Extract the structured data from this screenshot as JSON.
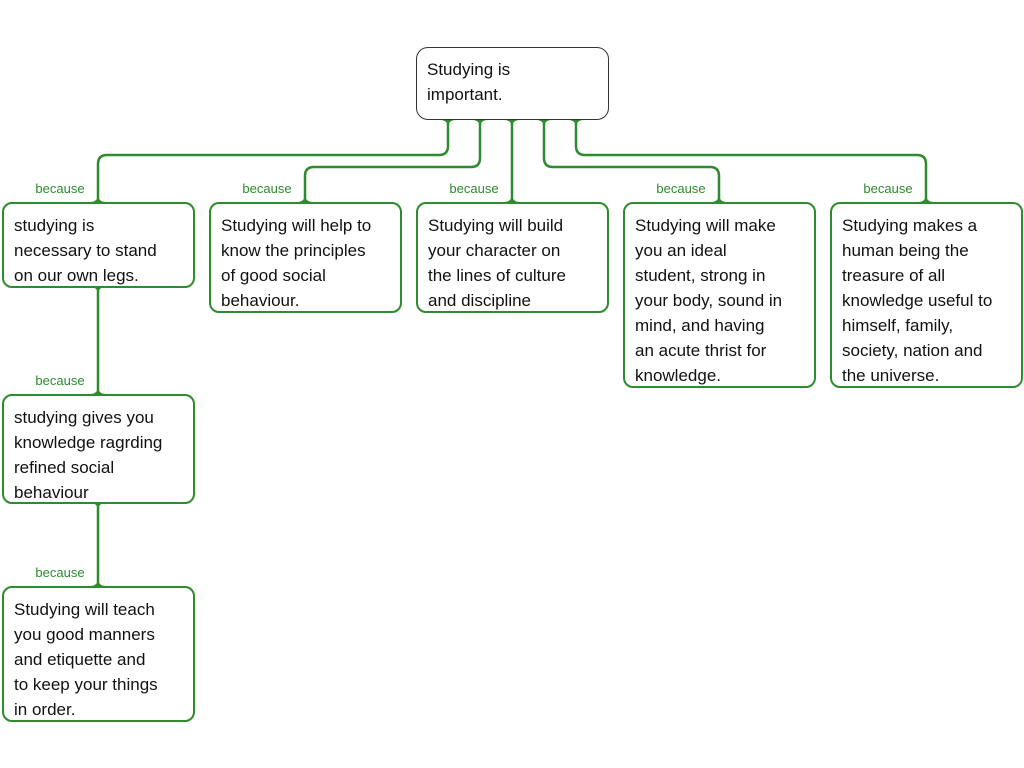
{
  "root": {
    "text": "Studying is\nimportant."
  },
  "connector_label": "because",
  "reasons": [
    {
      "text": "studying is\nnecessary to stand\non our own legs."
    },
    {
      "text": "Studying will help to\nknow the principles\nof good social\nbehaviour."
    },
    {
      "text": "Studying will build\nyour character on\nthe lines of culture\nand discipline"
    },
    {
      "text": "Studying will make\nyou an ideal\nstudent, strong in\nyour body, sound in\nmind, and having\nan acute thrist for\nknowledge."
    },
    {
      "text": "Studying makes a\nhuman being the\ntreasure of all\nknowledge useful to\nhimself, family,\nsociety, nation and\nthe universe."
    }
  ],
  "sub_reasons": [
    {
      "text": "studying gives you\nknowledge ragrding\nrefined social\nbehaviour"
    },
    {
      "text": "Studying will teach\nyou good manners\nand etiquette and\nto keep your things\nin order."
    }
  ],
  "colors": {
    "connector": "#2e8b2e",
    "root_border": "#333333"
  }
}
